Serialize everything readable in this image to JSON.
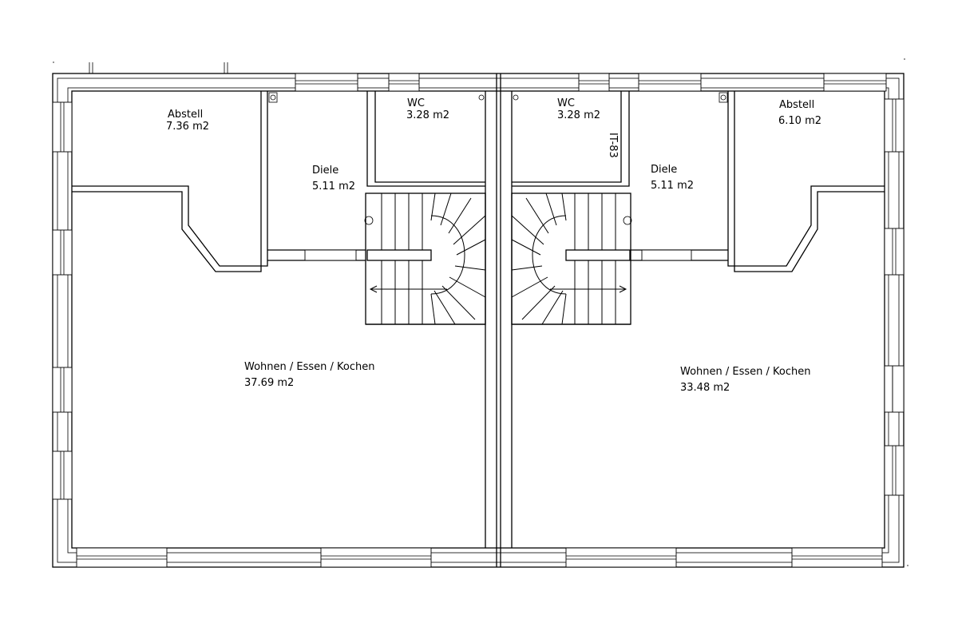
{
  "plan": {
    "colors": {
      "line": "#000000",
      "background": "#ffffff"
    },
    "units": [
      {
        "side": "left",
        "rooms": [
          {
            "id": "abstell-left",
            "name": "Abstell",
            "area": "7.36 m2"
          },
          {
            "id": "wc-left",
            "name": "WC",
            "area": "3.28 m2"
          },
          {
            "id": "diele-left",
            "name": "Diele",
            "area": "5.11 m2"
          },
          {
            "id": "wohnen-left",
            "name": "Wohnen / Essen / Kochen",
            "area": "37.69 m2"
          }
        ]
      },
      {
        "side": "right",
        "rooms": [
          {
            "id": "wc-right",
            "name": "WC",
            "area": "3.28 m2"
          },
          {
            "id": "abstell-right",
            "name": "Abstell",
            "area": "6.10 m2"
          },
          {
            "id": "diele-right",
            "name": "Diele",
            "area": "5.11 m2"
          },
          {
            "id": "wohnen-right",
            "name": "Wohnen / Essen / Kochen",
            "area": "33.48 m2"
          }
        ]
      }
    ],
    "annotations": {
      "vertical_code": "IT-83"
    }
  }
}
